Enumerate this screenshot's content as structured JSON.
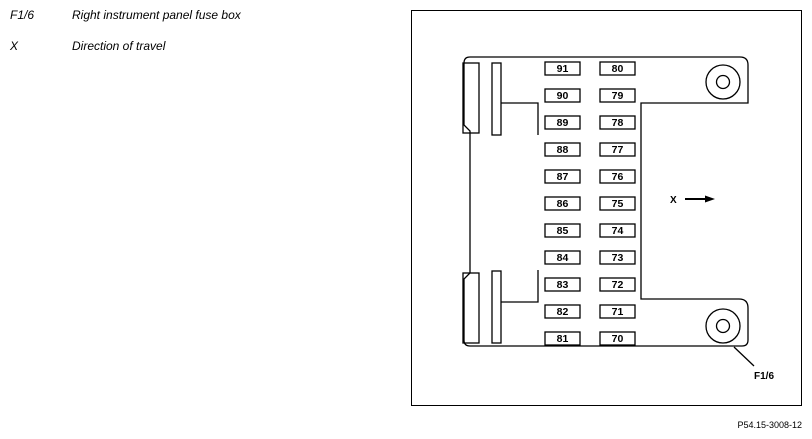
{
  "legend": [
    {
      "key": "F1/6",
      "description": "Right instrument panel fuse box"
    },
    {
      "key": "X",
      "description": "Direction of travel"
    }
  ],
  "diagram": {
    "fuses_left": [
      "91",
      "90",
      "89",
      "88",
      "87",
      "86",
      "85",
      "84",
      "83",
      "82",
      "81"
    ],
    "fuses_right": [
      "80",
      "79",
      "78",
      "77",
      "76",
      "75",
      "74",
      "73",
      "72",
      "71",
      "70"
    ],
    "direction_label": "X",
    "fusebox_label": "F1/6"
  },
  "reference": "P54.15-3008-12"
}
